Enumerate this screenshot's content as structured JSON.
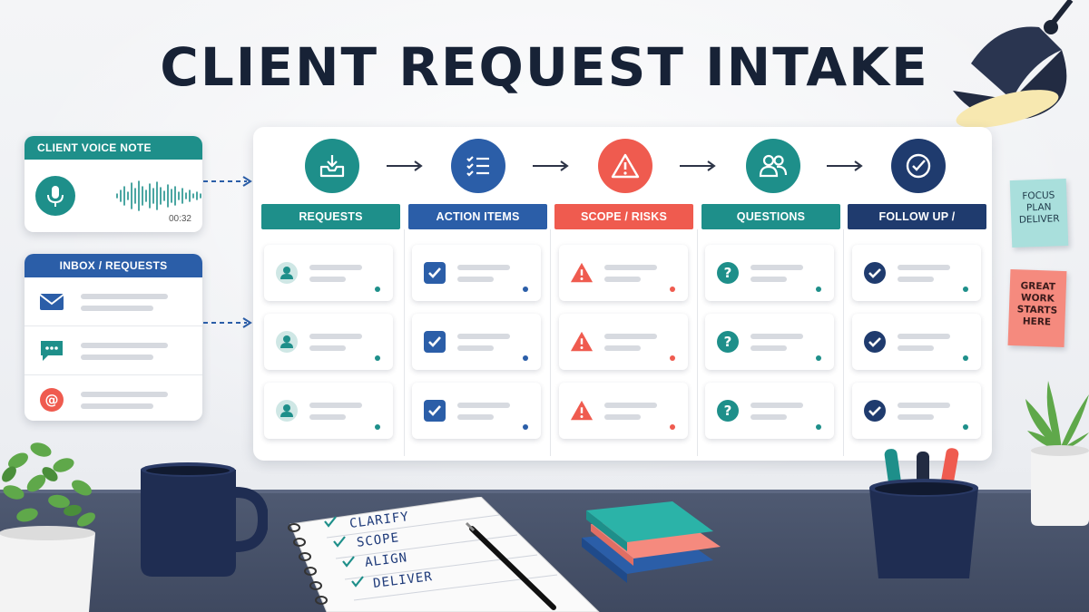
{
  "title": "CLIENT REQUEST INTAKE",
  "voice_note": {
    "header": "CLIENT VOICE NOTE",
    "duration": "00:32",
    "icons": [
      "microphone-icon",
      "waveform-icon"
    ]
  },
  "inbox": {
    "header": "INBOX / REQUESTS",
    "items": [
      {
        "icon": "mail-icon",
        "color": "#2b5ea8"
      },
      {
        "icon": "chat-icon",
        "color": "#1e8f8a"
      },
      {
        "icon": "at-sign-icon",
        "color": "#ef5b4f"
      }
    ]
  },
  "columns": [
    {
      "label": "REQUESTS",
      "color": "#1e8f8a",
      "stage_icon": "inbox-download-icon",
      "card_icon": "user-icon"
    },
    {
      "label": "ACTION ITEMS",
      "color": "#2b5ea8",
      "stage_icon": "checklist-icon",
      "card_icon": "checkbox-icon"
    },
    {
      "label": "SCOPE / RISKS",
      "color": "#ef5b4f",
      "stage_icon": "warning-triangle-icon",
      "card_icon": "warning-icon"
    },
    {
      "label": "QUESTIONS",
      "color": "#1e8f8a",
      "stage_icon": "users-group-icon",
      "card_icon": "question-icon"
    },
    {
      "label": "FOLLOW UP / APPROVAL",
      "color": "#1f3b6e",
      "stage_icon": "check-circle-icon",
      "card_icon": "check-icon"
    }
  ],
  "sticky_notes": [
    {
      "lines": [
        "FOCUS",
        "PLAN",
        "DELIVER"
      ],
      "color": "#a9dfdc"
    },
    {
      "lines": [
        "GREAT",
        "WORK",
        "STARTS",
        "HERE"
      ],
      "color": "#f58a7e"
    }
  ],
  "notebook": {
    "items": [
      "CLARIFY",
      "SCOPE",
      "ALIGN",
      "DELIVER"
    ]
  },
  "colors": {
    "teal": "#1e8f8a",
    "blue": "#2b5ea8",
    "coral": "#ef5b4f",
    "navy": "#1f3b6e",
    "title": "#172236"
  }
}
